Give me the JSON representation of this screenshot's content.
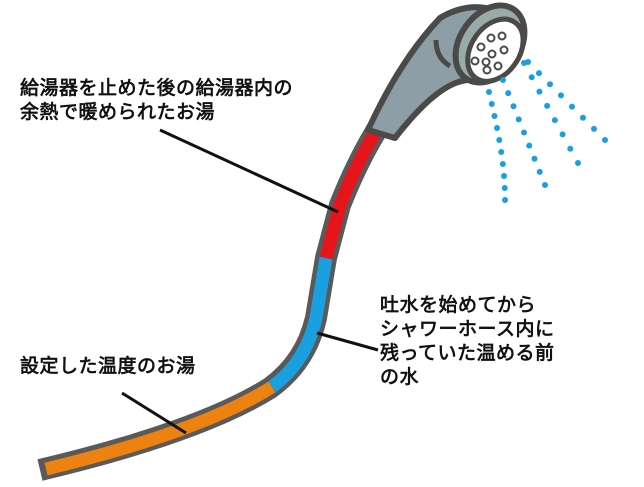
{
  "labels": {
    "residual_heat_water": [
      "給湯器を止めた後の給湯器内の",
      "余熱で暖められたお湯"
    ],
    "hose_cold_water": [
      "吐水を始めてから",
      "シャワーホース内に",
      "残っていた温める前",
      "の水"
    ],
    "set_temperature_water": [
      "設定した温度のお湯"
    ]
  },
  "colors": {
    "residual_heat_water": "#e8141c",
    "hose_cold_water": "#1aa0e0",
    "set_temperature_water": "#ee8210",
    "hose_outline": "#5a5a5a",
    "shower_body": "#8e9ea6",
    "water_spray": "#1aa0e0"
  }
}
